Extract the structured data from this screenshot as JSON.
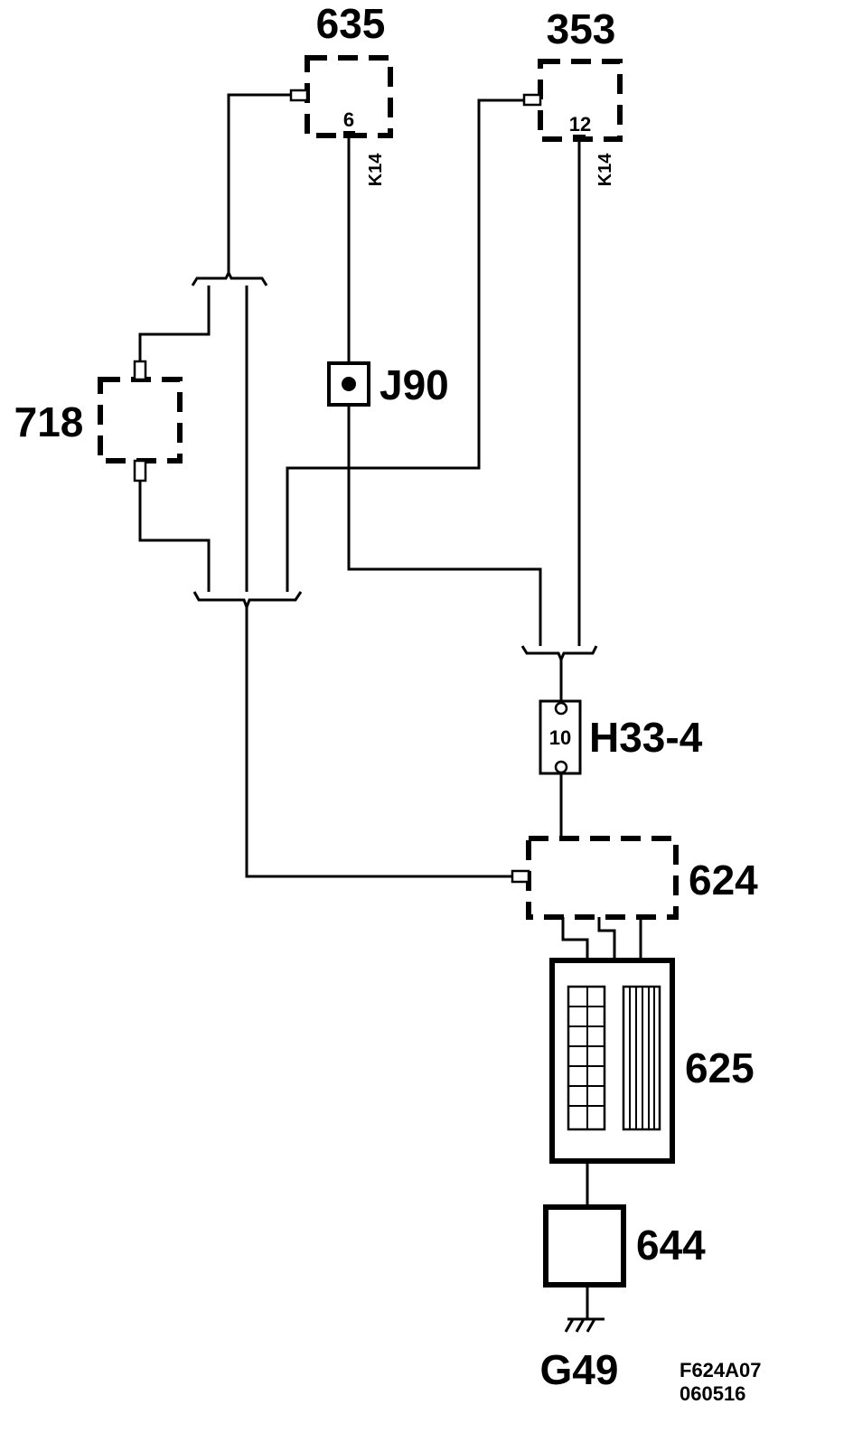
{
  "components": {
    "c635": {
      "id": "635",
      "pin": "6",
      "connector": "K14"
    },
    "c353": {
      "id": "353",
      "pin": "12",
      "connector": "K14"
    },
    "c718": {
      "id": "718"
    },
    "j90": {
      "id": "J90"
    },
    "h33": {
      "id": "H33-4",
      "pin": "10"
    },
    "c624": {
      "id": "624"
    },
    "c625": {
      "id": "625"
    },
    "c644": {
      "id": "644"
    },
    "ground": {
      "id": "G49"
    }
  },
  "reference": {
    "line1": "F624A07",
    "line2": "060516"
  }
}
